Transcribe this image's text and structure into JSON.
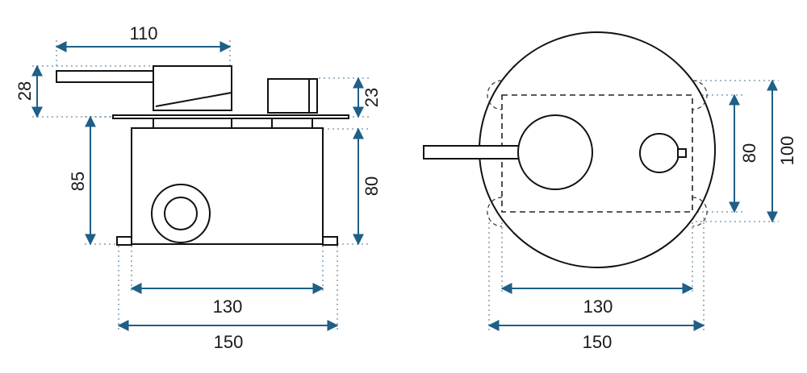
{
  "side_view": {
    "dim_top_width": "110",
    "dim_handle_height": "28",
    "dim_knob_height": "23",
    "dim_box_height_left": "85",
    "dim_box_height_right": "80",
    "dim_inner_width": "130",
    "dim_outer_width": "150"
  },
  "front_view": {
    "dim_inner_height": "80",
    "dim_outer_height": "100",
    "dim_inner_width": "130",
    "dim_outer_width": "150"
  },
  "colors": {
    "dimension": "#1f5f88",
    "outline": "#111111"
  }
}
